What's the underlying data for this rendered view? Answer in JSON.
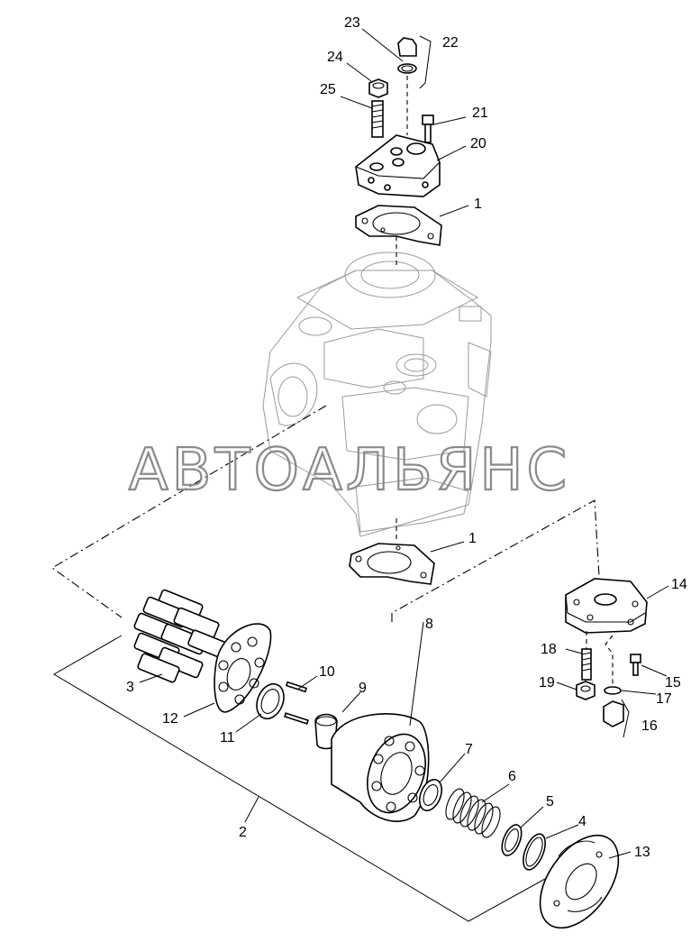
{
  "watermark": "АВТОАЛЬЯНС",
  "callouts": [
    {
      "id": "c23",
      "text": "23"
    },
    {
      "id": "c22",
      "text": "22"
    },
    {
      "id": "c24",
      "text": "24"
    },
    {
      "id": "c25",
      "text": "25"
    },
    {
      "id": "c21",
      "text": "21"
    },
    {
      "id": "c20",
      "text": "20"
    },
    {
      "id": "c1a",
      "text": "1"
    },
    {
      "id": "c1b",
      "text": "1"
    },
    {
      "id": "c14",
      "text": "14"
    },
    {
      "id": "c18",
      "text": "18"
    },
    {
      "id": "c15",
      "text": "15"
    },
    {
      "id": "c19",
      "text": "19"
    },
    {
      "id": "c17",
      "text": "17"
    },
    {
      "id": "c16",
      "text": "16"
    },
    {
      "id": "c10",
      "text": "10"
    },
    {
      "id": "c9",
      "text": "9"
    },
    {
      "id": "c8",
      "text": "8"
    },
    {
      "id": "c3",
      "text": "3"
    },
    {
      "id": "c12",
      "text": "12"
    },
    {
      "id": "c11",
      "text": "11"
    },
    {
      "id": "c7",
      "text": "7"
    },
    {
      "id": "c6",
      "text": "6"
    },
    {
      "id": "c5",
      "text": "5"
    },
    {
      "id": "c4",
      "text": "4"
    },
    {
      "id": "c13",
      "text": "13"
    },
    {
      "id": "c2",
      "text": "2"
    }
  ]
}
